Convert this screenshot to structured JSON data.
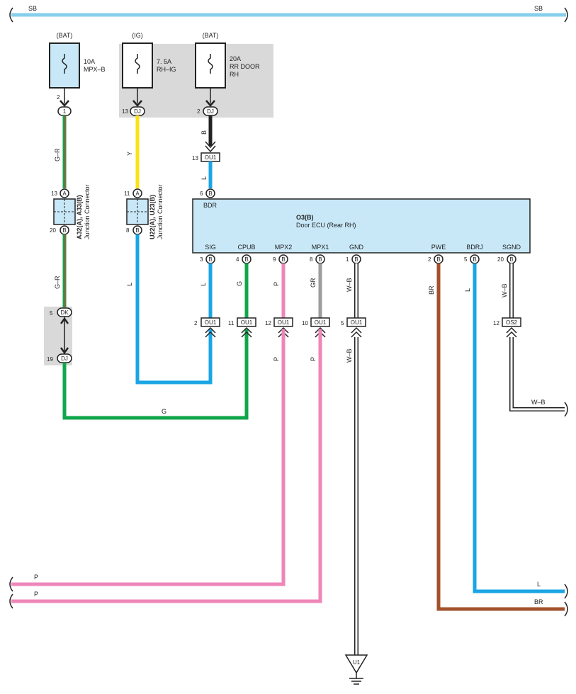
{
  "colors": {
    "SB": "#87CEEB",
    "G": "#10A64A",
    "R": "#E53935",
    "Y": "#FBE11A",
    "L": "#1AA5E4",
    "B": "#222222",
    "P": "#EE86B8",
    "GR": "#9C9C9C",
    "W": "#FFFFFF",
    "BR": "#A3512B",
    "shade": "#D9D9D9",
    "ecu": "#C8E8F8"
  },
  "sb": {
    "left": "SB",
    "right": "SB"
  },
  "fuses": [
    {
      "supply": "(BAT)",
      "line1": "10A",
      "line2": "MPX–B",
      "line3": ""
    },
    {
      "supply": "(IG)",
      "line1": "7. 5A",
      "line2": "RH–IG",
      "line3": ""
    },
    {
      "supply": "(BAT)",
      "line1": "20A",
      "line2": "RR DOOR",
      "line3": "RH"
    }
  ],
  "junctions": [
    {
      "name": "A32(A), A33(B)",
      "desc": "Junction Connector",
      "pin_top": "13",
      "pin_bottom": "20",
      "pin_top_letter": "A",
      "pin_bottom_letter": "B"
    },
    {
      "name": "U22(A), U23(B)",
      "desc": "Junction Connector",
      "pin_top": "11",
      "pin_bottom": "8",
      "pin_top_letter": "A",
      "pin_bottom_letter": "B"
    }
  ],
  "ecu": {
    "name": "O3(B)",
    "desc": "Door ECU (Rear RH)",
    "top_pin": {
      "label": "BDR",
      "num": "6",
      "letter": "B"
    },
    "pins": [
      {
        "label": "SIG",
        "num": "3",
        "letter": "B"
      },
      {
        "label": "CPUB",
        "num": "4",
        "letter": "B"
      },
      {
        "label": "MPX2",
        "num": "9",
        "letter": "B"
      },
      {
        "label": "MPX1",
        "num": "8",
        "letter": "B"
      },
      {
        "label": "GND",
        "num": "1",
        "letter": "B"
      },
      {
        "label": "PWE",
        "num": "2",
        "letter": "B"
      },
      {
        "label": "BDRJ",
        "num": "5",
        "letter": "B"
      },
      {
        "label": "SGND",
        "num": "20",
        "letter": "B"
      }
    ]
  },
  "connectors": {
    "dj": "DJ",
    "dk": "DK",
    "ou1": "OU1",
    "os2": "OS2",
    "one": "1",
    "pin_fuse1": "2",
    "pin_fuse2": "13",
    "pin_fuse3": "2",
    "pin_ou1_top": "13",
    "pin_dk": "5",
    "pin_dj_low": "19",
    "pin_ou1_sig": "2",
    "pin_ou1_cpub": "11",
    "pin_ou1_mpx2": "12",
    "pin_ou1_mpx1": "10",
    "pin_ou1_gnd": "5",
    "pin_os2": "12"
  },
  "wires": {
    "gr1": "G–R",
    "gr2": "G–R",
    "y": "Y",
    "b": "B",
    "l_top": "L",
    "l_u": "L",
    "sig": "L",
    "cpub": "G",
    "mpx2": "P",
    "mpx1": "GR",
    "gnd": "W–B",
    "bdrj": "L",
    "sgnd": "W–B",
    "pwe": "BR",
    "mpx2_low": "P",
    "mpx1_low": "P",
    "gnd_low": "W–B",
    "g_bottom": "G",
    "wb_right": "W–B",
    "p1": "P",
    "p2": "P",
    "l_right": "L",
    "br_right": "BR"
  },
  "ground": {
    "label": "U1"
  }
}
